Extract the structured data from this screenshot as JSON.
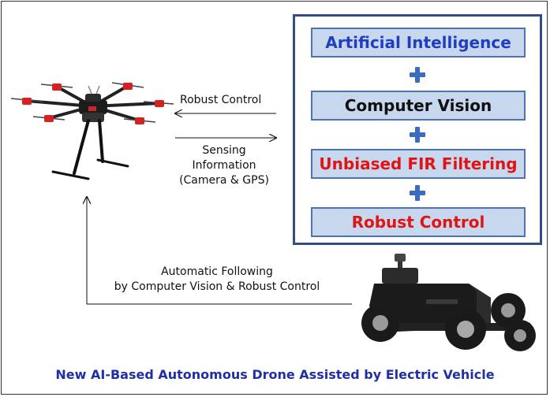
{
  "panel": {
    "boxes": [
      {
        "label": "Artificial Intelligence",
        "color": "#1f3fbf"
      },
      {
        "label": "Computer Vision",
        "color": "#111111"
      },
      {
        "label": "Unbiased FIR Filtering",
        "color": "#e01414"
      },
      {
        "label": "Robust Control",
        "color": "#e01414"
      }
    ]
  },
  "arrows": {
    "robust_control": "Robust Control",
    "sensing_line1": "Sensing",
    "sensing_line2": "Information",
    "sensing_line3": "(Camera & GPS)",
    "following_line1": "Automatic Following",
    "following_line2": "by Computer Vision & Robust Control"
  },
  "caption": "New AI-Based Autonomous Drone Assisted by Electric Vehicle",
  "icons": {
    "drone": "hexacopter-drone-icon",
    "vehicle": "electric-vehicle-icon"
  }
}
